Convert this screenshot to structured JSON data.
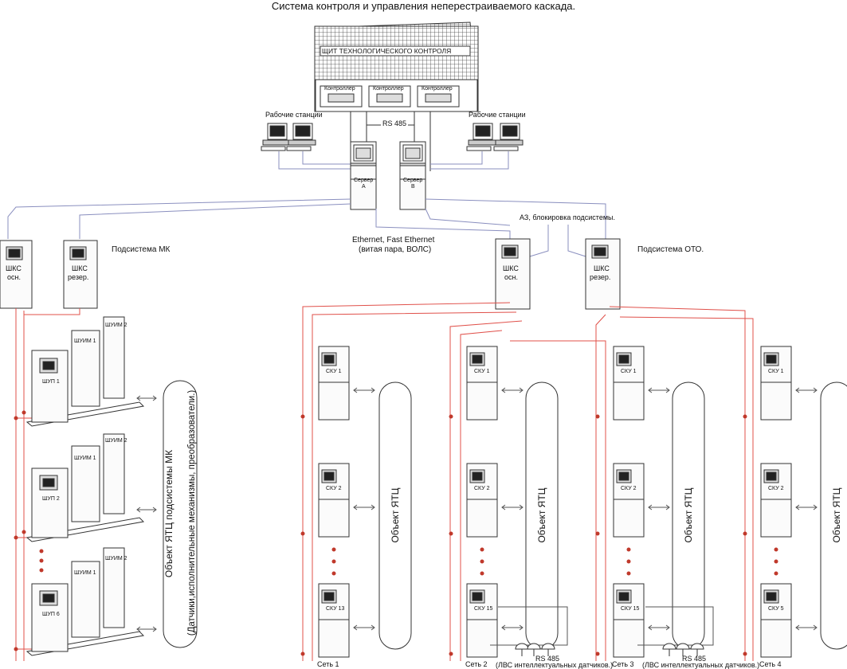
{
  "title": "Система контроля и управления неперестраиваемого каскада.",
  "control_panel": {
    "label": "ЩИТ ТЕХНОЛОГИЧЕСКОГО КОНТРОЛЯ",
    "controllers": [
      "Контроллер",
      "Контроллер",
      "Контроллер"
    ]
  },
  "workstations_left": "Рабочие станции",
  "workstations_right": "Рабочие станции",
  "rs485_top": "RS 485",
  "servers": {
    "a_line1": "Сервер",
    "a_line2": "А",
    "b_line1": "Сервер",
    "b_line2": "В"
  },
  "az_label": "АЗ, блокировка подсистемы.",
  "ethernet_line1": "Ethernet, Fast Ethernet",
  "ethernet_line2": "(витая пара, ВОЛС)",
  "subsystem_mk": "Подсистема МК",
  "subsystem_oto": "Подсистема ОТО.",
  "shks_main_1": "ШКС",
  "shks_main_2": "осн.",
  "shks_res_1": "ШКС",
  "shks_res_2": "резер.",
  "mk_groups": [
    {
      "shup": "ШУП 1",
      "shuim1": "ШУИМ 1",
      "shuim2": "ШУИМ 2"
    },
    {
      "shup": "ШУП 2",
      "shuim1": "ШУИМ 1",
      "shuim2": "ШУИМ 2"
    },
    {
      "shup": "ШУП 6",
      "shuim1": "ШУИМ 1",
      "shuim2": "ШУИМ 2"
    }
  ],
  "mk_object": "Объект ЯТЦ подсистемы МК",
  "mk_object_sub": "(Датчики,исполнительные механизмы, преобразователи.)",
  "networks": [
    {
      "name": "Сеть 1",
      "units": [
        "СКУ 1",
        "СКУ 2",
        "СКУ 13"
      ],
      "object": "Объект ЯТЦ"
    },
    {
      "name": "Сеть 2",
      "units": [
        "СКУ 1",
        "СКУ 2",
        "СКУ 15"
      ],
      "object": "Объект ЯТЦ"
    },
    {
      "name": "Сеть 3",
      "units": [
        "СКУ 1",
        "СКУ 2",
        "СКУ 15"
      ],
      "object": "Объект ЯТЦ"
    },
    {
      "name": "Сеть 4",
      "units": [
        "СКУ 1",
        "СКУ 2",
        "СКУ 5"
      ],
      "object": "Объект ЯТЦ"
    }
  ],
  "rs485_bottom": "RS 485",
  "lvs_label": "(ЛВС интеллектуальных датчиков.)",
  "colors": {
    "red_link": "#e0504a",
    "net_link": "#8a8fbf",
    "line": "#333333",
    "rack_fill": "#fbfbfb"
  }
}
